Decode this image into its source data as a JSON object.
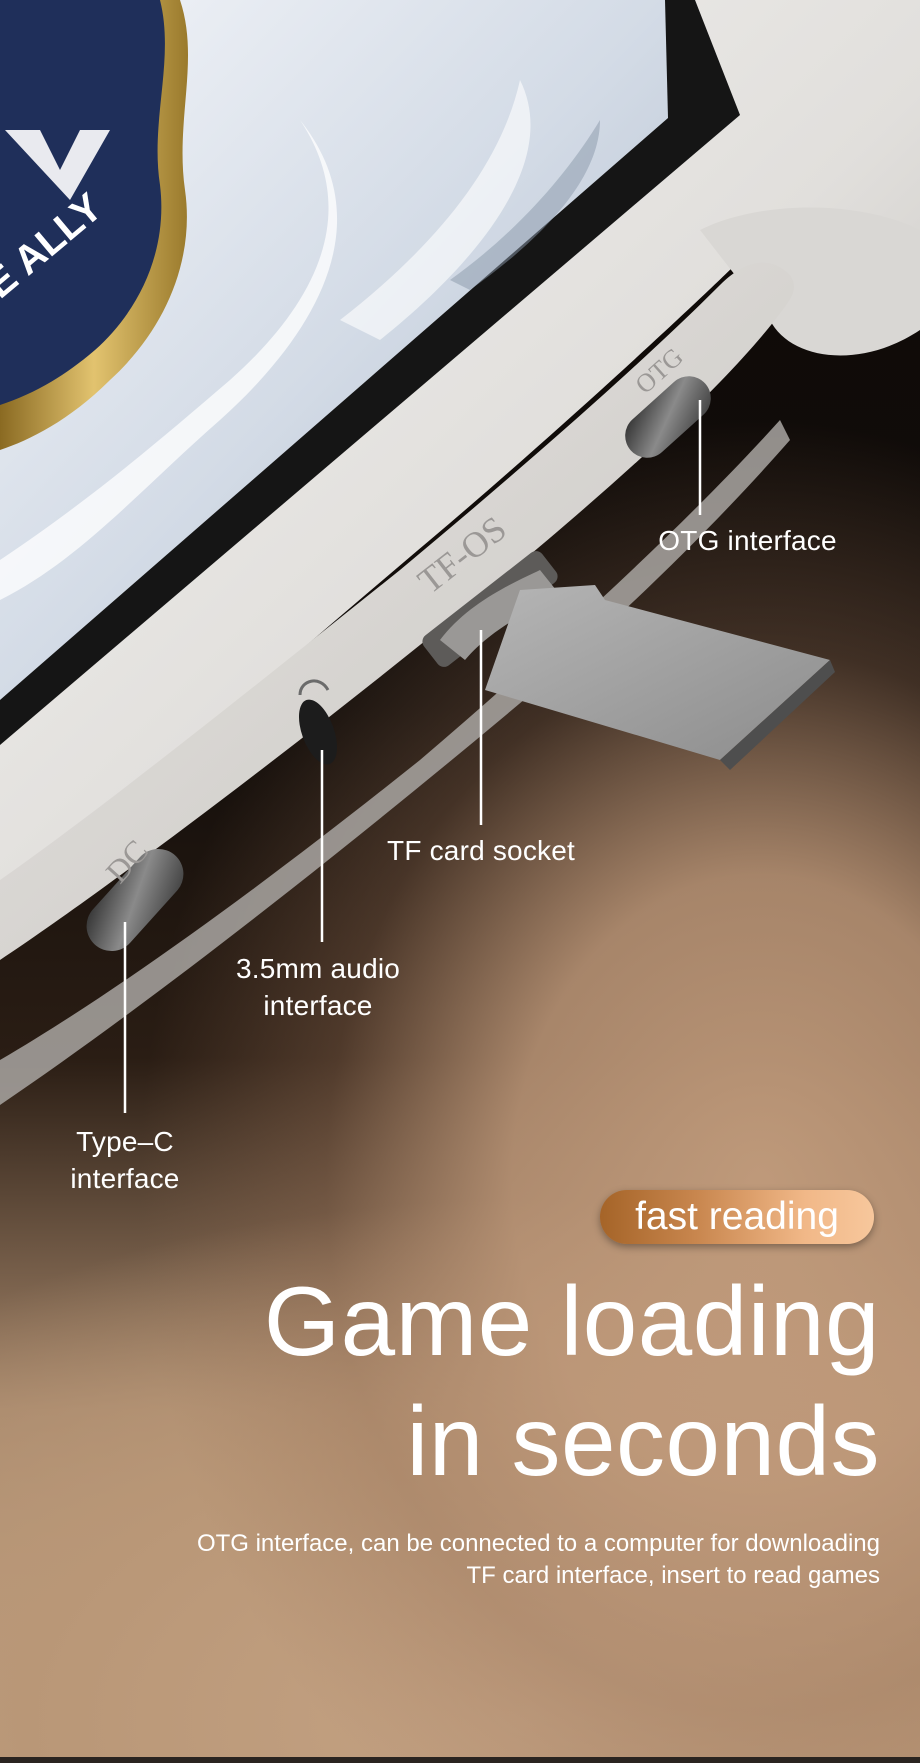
{
  "device": {
    "screen_emblem_text": "E ALLY",
    "port_labels": {
      "otg": "OTG",
      "tf": "TF-OS",
      "dc": "DC"
    }
  },
  "callouts": {
    "otg": "OTG interface",
    "tf_socket": "TF card socket",
    "audio_line1": "3.5mm audio",
    "audio_line2": "interface",
    "typec_line1": "Type–C",
    "typec_line2": "interface"
  },
  "badge": {
    "label": "fast reading",
    "gradient": [
      "#a56428",
      "#f7c79c"
    ]
  },
  "headline": {
    "line1": "Game loading",
    "line2": "in seconds"
  },
  "description": {
    "line1": "OTG interface, can be connected to a computer for downloading",
    "line2": "TF card interface, insert to read games"
  },
  "colors": {
    "device_body": "#e3e1de",
    "background_dark": "#120d0a",
    "background_warm": "#c2a384",
    "text": "#ffffff"
  }
}
